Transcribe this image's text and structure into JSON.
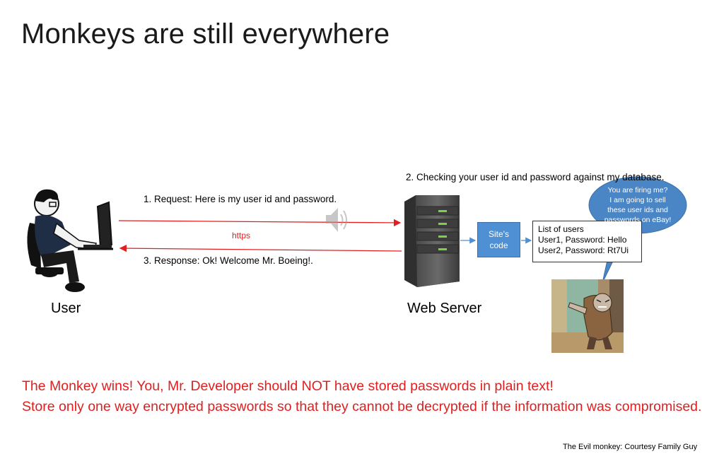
{
  "title": "Monkeys are still everywhere",
  "user_label": "User",
  "server_label": "Web Server",
  "request_label": "1. Request: Here is my user id and password.",
  "https_label": "https",
  "response_label": "3. Response: Ok! Welcome Mr. Boeing!.",
  "check_label": "2. Checking your user id and password against my database.",
  "code_box": {
    "line1": "Site's",
    "line2": "code"
  },
  "database_box": {
    "heading": "List of users",
    "rows": [
      "User1, Password: Hello",
      "User2, Password: Rt7Ui"
    ]
  },
  "monkey_bubble": {
    "line1": "You are firing me?",
    "line2": "I am going to sell",
    "line3": "these user ids and",
    "line4": "passwords on eBay!"
  },
  "conclusion": {
    "line1": "The Monkey wins!  You, Mr. Developer should NOT have stored passwords in plain text!",
    "line2": "Store only one way encrypted  passwords so that they cannot be decrypted if the information was compromised."
  },
  "credit": "The Evil monkey: Courtesy Family Guy",
  "colors": {
    "arrow_red": "#e02020",
    "code_box_blue": "#4f8fd3",
    "bubble_blue": "#4a86c5",
    "conclusion_red": "#e02020"
  }
}
